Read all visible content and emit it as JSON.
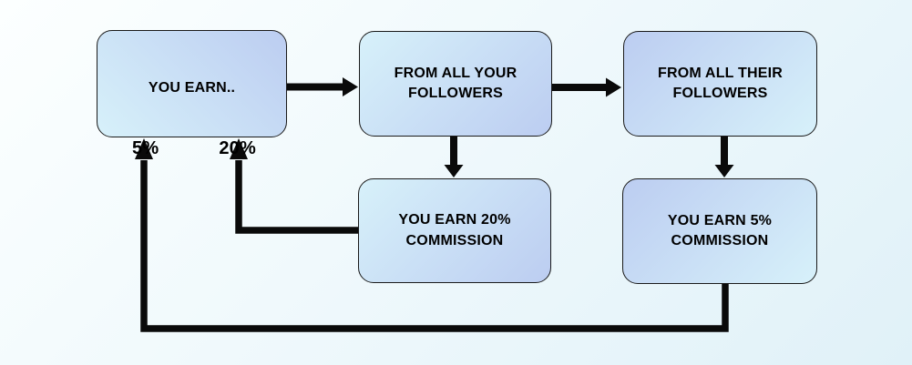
{
  "nodes": {
    "you_earn": {
      "title": "YOU EARN..",
      "rate_left": "5%",
      "rate_right": "20%"
    },
    "from_your_followers": {
      "label": "FROM ALL YOUR FOLLOWERS"
    },
    "from_their_followers": {
      "label": "FROM ALL THEIR FOLLOWERS"
    },
    "commission_20": {
      "label": "YOU EARN 20% COMMISSION"
    },
    "commission_5": {
      "label": "YOU EARN 5% COMMISSION"
    }
  },
  "colors": {
    "lavender": "#bccdf1",
    "light_cyan": "#d7f1fa",
    "arrow_black": "#0a0a0a",
    "node_border": "#1a1a1a",
    "bg_top_left": "#fcffff",
    "bg_bottom_right": "#e0f1f8"
  }
}
